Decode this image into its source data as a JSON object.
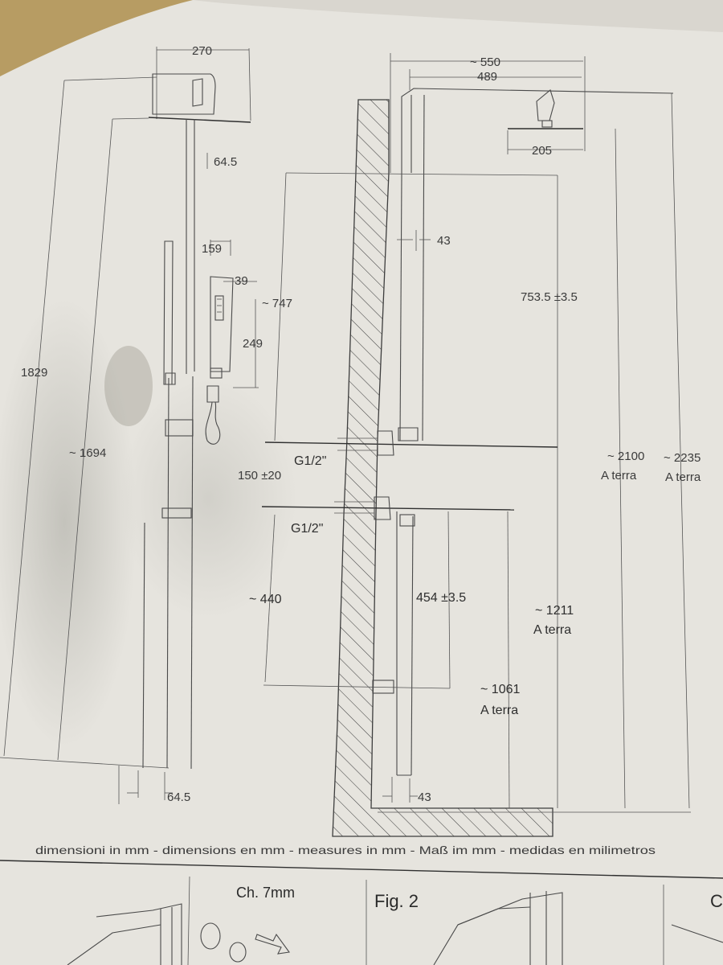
{
  "drawing": {
    "side_view": {
      "top_width": "270",
      "bar_offset_top": "64.5",
      "hand_shower_offset": "159",
      "hand_shower_depth": "39",
      "hand_shower_height": "249",
      "total_height": "1829",
      "bar_height": "~ 1694",
      "bottom_offset": "64.5"
    },
    "front_view": {
      "arm_length": "~ 550",
      "arm_inner": "489",
      "head_width": "205",
      "bar_offset": "43",
      "upper_span": "~ 747",
      "head_to_inlet": "753.5 ±3.5",
      "inlet_spacing": "150 ±20",
      "thread_upper": "G1/2\"",
      "thread_lower": "G1/2\"",
      "lower_span": "~ 440",
      "holder_span": "454 ±3.5",
      "height_2100": "~ 2100",
      "height_2100_label": "A terra",
      "height_2235": "~ 2235",
      "height_2235_label": "A terra",
      "height_1211": "~ 1211",
      "height_1211_label": "A terra",
      "height_1061": "~ 1061",
      "height_1061_label": "A terra",
      "bottom_offset": "43"
    },
    "units_note": "dimensioni in mm - dimensions en mm - measures in mm - Maß im mm - medidas en milimetros"
  },
  "next_section": {
    "drill_label": "Ch. 7mm",
    "figure_label": "Fig. 2",
    "cut_letter": "C"
  }
}
